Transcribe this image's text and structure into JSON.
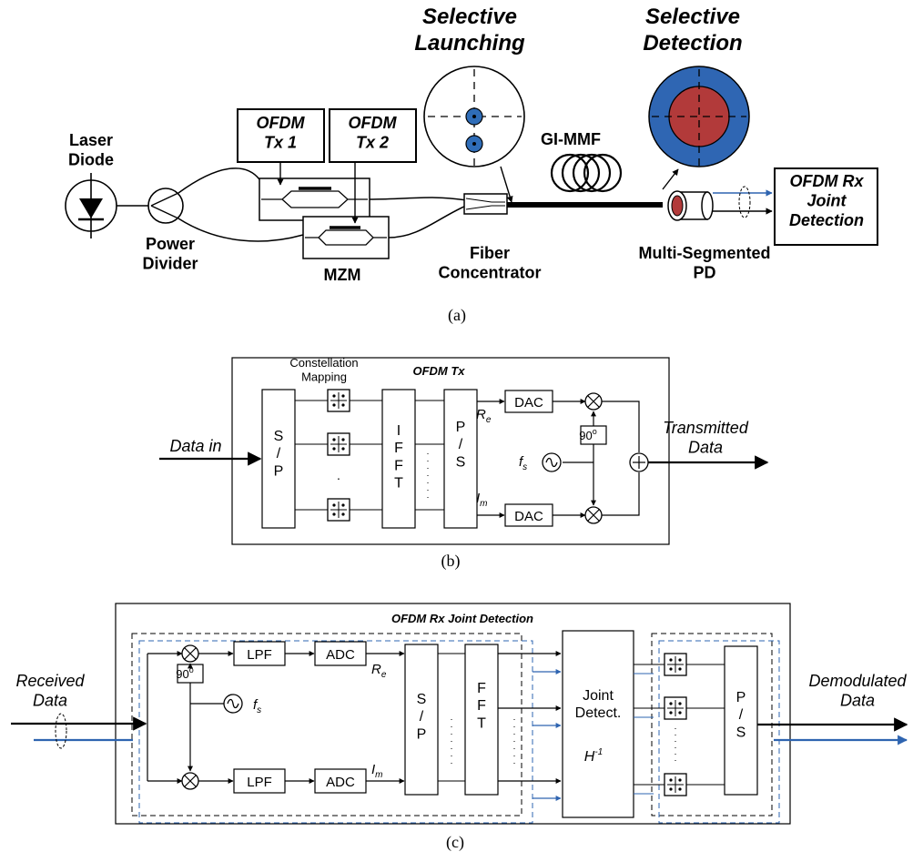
{
  "panel_a": {
    "caption": "(a)",
    "laser_diode": "Laser\nDiode",
    "power_divider": "Power\nDivider",
    "tx1": "OFDM\nTx 1",
    "tx2": "OFDM\nTx 2",
    "mzm": "MZM",
    "fiber_concentrator": "Fiber\nConcentrator",
    "selective_launching": "Selective\nLaunching",
    "gi_mmf": "GI-MMF",
    "selective_detection": "Selective\nDetection",
    "pd": "Multi-Segmented\nPD",
    "rx": "OFDM Rx\nJoint\nDetection"
  },
  "panel_b": {
    "caption": "(b)",
    "title": "OFDM Tx",
    "constellation": "Constellation\nMapping",
    "data_in": "Data in",
    "sp": "S\n/\nP",
    "ifft": "I\nF\nF\nT",
    "ps": "P\n/\nS",
    "re": "R",
    "re_sub": "e",
    "im": "I",
    "im_sub": "m",
    "dac": "DAC",
    "phase": "90",
    "phase_sup": "o",
    "fs": "f",
    "fs_sub": "s",
    "transmitted": "Transmitted\nData"
  },
  "panel_c": {
    "caption": "(c)",
    "title": "OFDM Rx Joint Detection",
    "received": "Received\nData",
    "lpf": "LPF",
    "adc": "ADC",
    "re": "R",
    "re_sub": "e",
    "im": "I",
    "im_sub": "m",
    "phase": "90",
    "phase_sup": "o",
    "fs": "f",
    "fs_sub": "s",
    "sp": "S\n/\nP",
    "fft": "F\nF\nT",
    "joint": "Joint\nDetect.",
    "h": "H",
    "h_sup": "-1",
    "ps": "P\n/\nS",
    "demod": "Demodulated\nData"
  },
  "colors": {
    "accent_blue": "#2e64b0",
    "ring_blue": "#2f66b3",
    "core_red": "#b23a3a",
    "core_blue": "#2f6db8"
  }
}
